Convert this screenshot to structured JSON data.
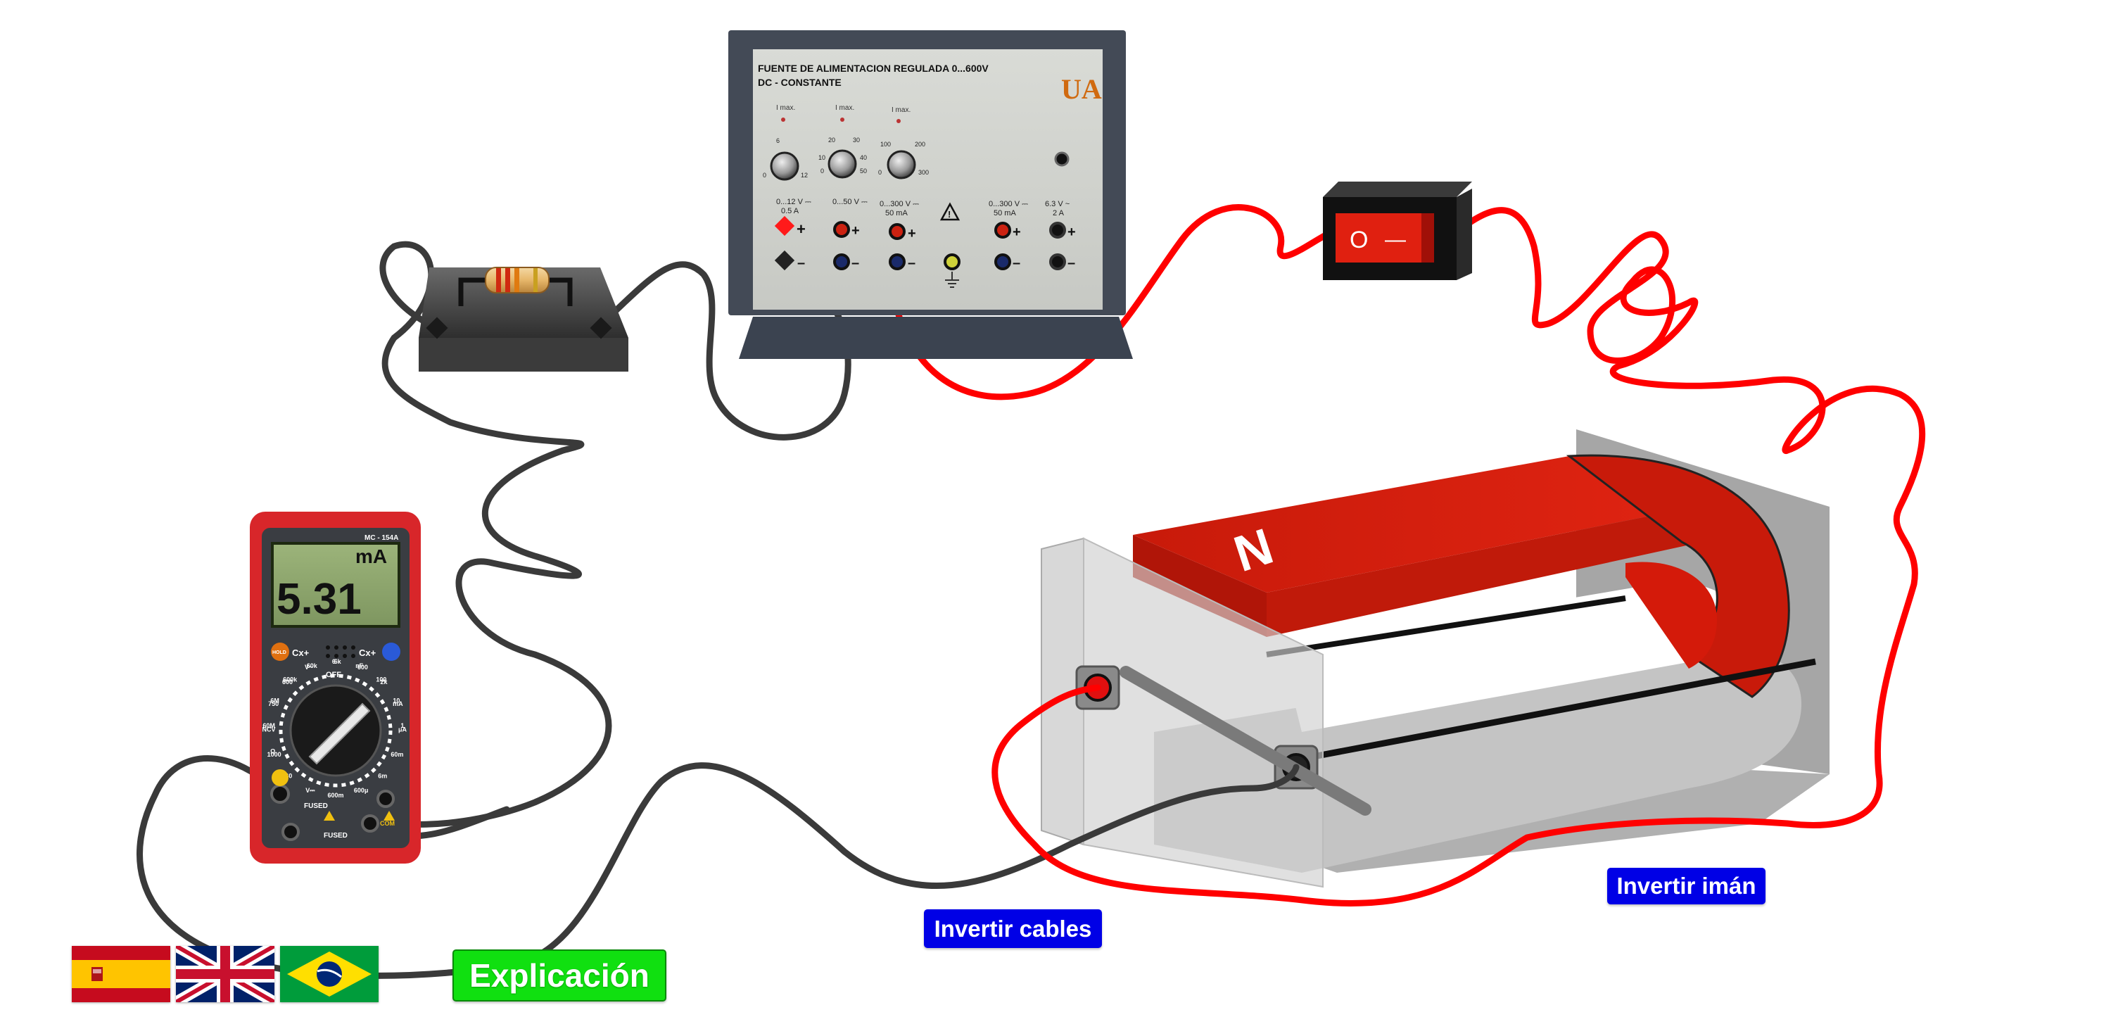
{
  "power_supply": {
    "title_line1": "FUENTE DE ALIMENTACION REGULADA 0...600V",
    "title_line2": "DC - CONSTANTE",
    "logo": "UA",
    "imax_label": "I max.",
    "outputs": [
      {
        "range": "0...12 V ⎓",
        "current": "0.5 A"
      },
      {
        "range": "0...50 V ⎓",
        "current": ""
      },
      {
        "range": "0...300 V ⎓",
        "current": "50 mA"
      },
      {
        "range": "0...300 V ⎓",
        "current": "50 mA"
      },
      {
        "range": "6.3 V ~",
        "current": "2 A"
      }
    ],
    "knob1_scale": [
      "0",
      "6",
      "12"
    ],
    "knob2_scale": [
      "0",
      "10",
      "20",
      "30",
      "40",
      "50"
    ],
    "knob3_scale": [
      "0",
      "100",
      "200",
      "300"
    ],
    "plus": "+",
    "minus": "–"
  },
  "switch": {
    "off_symbol": "O",
    "on_symbol": "—"
  },
  "multimeter": {
    "model": "MC - 154A",
    "unit": "mA",
    "reading": "5.31",
    "hold": "HOLD",
    "cx_left": "Cx+",
    "cx_right": "Cx+",
    "off": "OFF",
    "fused": "FUSED",
    "com": "COM",
    "dial_labels": [
      "Ω",
      "60M",
      "6M",
      "600k",
      "60k",
      "6k",
      "600",
      "2k",
      "mA",
      "μA",
      "60m",
      "6m",
      "600μ",
      "600m",
      "V⎓",
      "60",
      "1000",
      "NCV",
      "750",
      "600",
      "V~",
      "6",
      "nF",
      "100",
      "10",
      "1"
    ]
  },
  "magnet": {
    "pole_label": "N"
  },
  "buttons": {
    "invert_cables": "Invertir cables",
    "invert_magnet": "Invertir imán",
    "explanation": "Explicación"
  },
  "languages": [
    "Español",
    "English",
    "Português"
  ],
  "colors": {
    "red_wire": "#ff0000",
    "black_wire": "#3a3a3a",
    "magnet_red": "#d41a0a",
    "button_blue": "#0000e6",
    "button_green": "#10e010",
    "lcd_green": "#8ea66a",
    "meter_red": "#d8262a"
  }
}
